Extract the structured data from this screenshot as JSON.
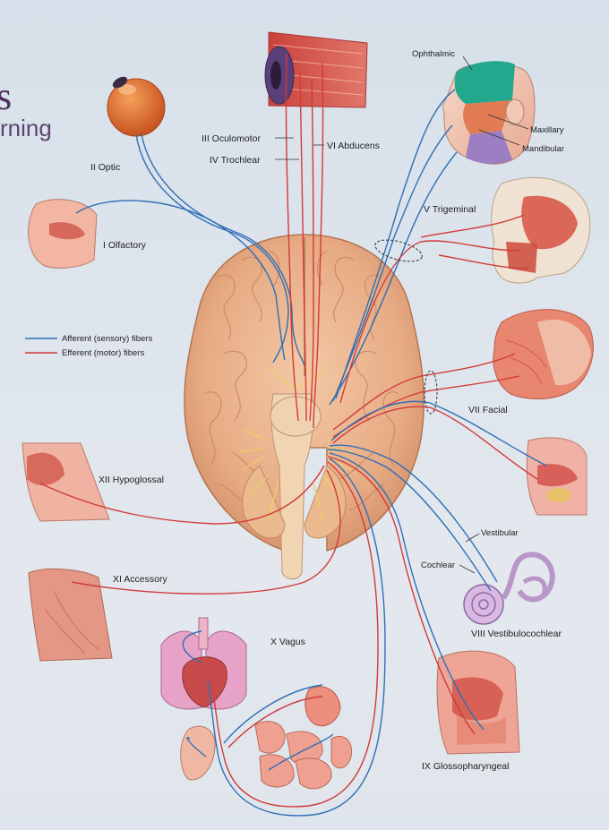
{
  "title_fragment": "s",
  "subtitle_fragment": "rning",
  "legend": {
    "afferent": "Afferent (sensory) fibers",
    "efferent": "Efferent (motor) fibers",
    "afferent_color": "#2f6fb5",
    "efferent_color": "#d23a3a"
  },
  "nerves": {
    "optic": "II Optic",
    "olfactory": "I Olfactory",
    "oculomotor": "III Oculomotor",
    "trochlear": "IV Trochlear",
    "abducens": "VI Abducens",
    "trigeminal": "V Trigeminal",
    "ophthalmic": "Ophthalmic",
    "maxillary": "Maxillary",
    "mandibular": "Mandibular",
    "facial": "VII Facial",
    "vestibular": "Vestibular",
    "cochlear": "Cochlear",
    "vestibulocochlear": "VIII Vestibulocochlear",
    "glossopharyngeal": "IX Glossopharyngeal",
    "vagus": "X Vagus",
    "accessory": "XI Accessory",
    "hypoglossal": "XII Hypoglossal"
  }
}
